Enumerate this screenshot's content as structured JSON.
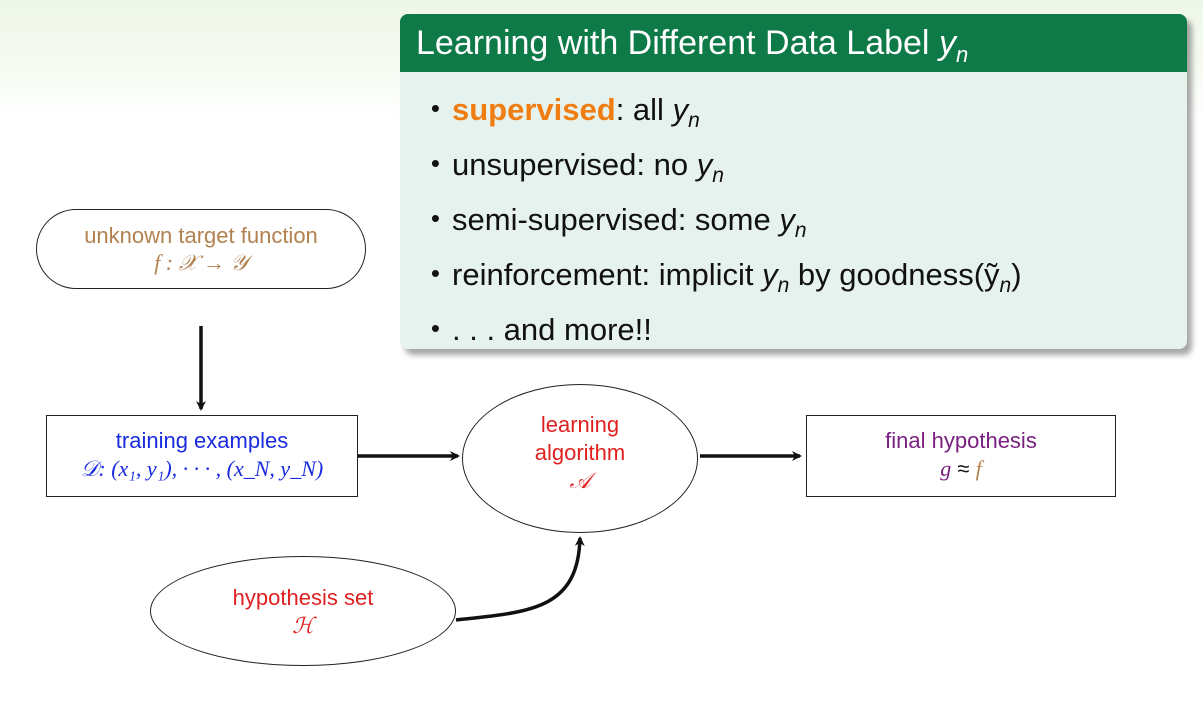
{
  "callout": {
    "title": "Learning with Different Data Label",
    "title_var": "y",
    "title_sub": "n",
    "items": [
      {
        "label": "supervised",
        "rest": ": all ",
        "var": "y",
        "sub": "n",
        "tail": ""
      },
      {
        "label": "",
        "rest": "unsupervised: no ",
        "var": "y",
        "sub": "n",
        "tail": ""
      },
      {
        "label": "",
        "rest": "semi-supervised: some ",
        "var": "y",
        "sub": "n",
        "tail": ""
      },
      {
        "label": "",
        "rest": "reinforcement: implicit ",
        "var": "y",
        "sub": "n",
        "tail": " by goodness(ỹ",
        "tail_sub": "n",
        "tail_end": ")"
      },
      {
        "label": "",
        "rest": ". . . and more!!",
        "var": "",
        "sub": "",
        "tail": ""
      }
    ],
    "bullet": "•"
  },
  "diagram": {
    "target": {
      "line1": "unknown target function",
      "line2": "f : 𝒳 → 𝒴"
    },
    "training": {
      "line1": "training examples",
      "line2_prefix": "𝒟: ",
      "line2": "(x₁, y₁), · · · , (x_N, y_N)"
    },
    "algorithm": {
      "line1": "learning",
      "line2": "algorithm",
      "line3": "𝒜"
    },
    "final": {
      "line1": "final hypothesis",
      "g": "g",
      "approx": " ≈ ",
      "f": "f"
    },
    "hset": {
      "line1": "hypothesis set",
      "line2": "ℋ"
    }
  },
  "colors": {
    "callout_header": "#0e7a47",
    "callout_body": "#e6f2ed",
    "accent_orange": "#f07d12",
    "target_brown": "#b2814f",
    "training_blue": "#1a2be0",
    "algorithm_red": "#e02020",
    "final_purple": "#7a2080"
  }
}
